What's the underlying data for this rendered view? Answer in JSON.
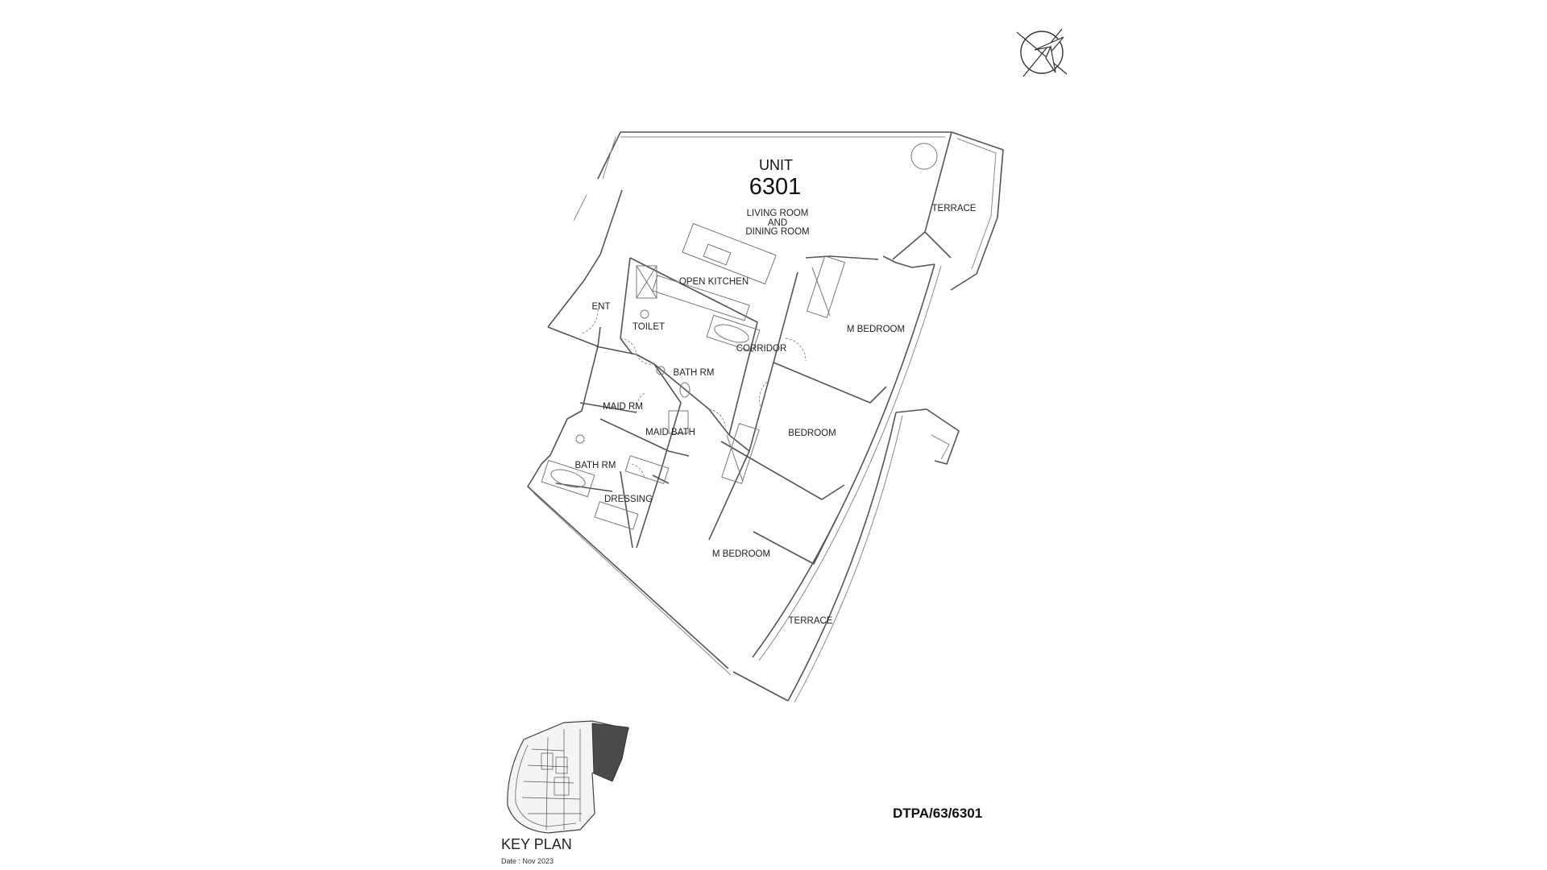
{
  "unit": {
    "label": "UNIT",
    "number": "6301"
  },
  "rooms": {
    "living_line1": "LIVING ROOM",
    "living_line2": "AND",
    "living_line3": "DINING ROOM",
    "terrace_top": "TERRACE",
    "open_kitchen": "OPEN KITCHEN",
    "ent": "ENT",
    "toilet": "TOILET",
    "corridor": "CORRIDOR",
    "m_bedroom_upper": "M BEDROOM",
    "bath_rm_upper": "BATH RM",
    "maid_rm": "MAID RM",
    "maid_bath": "MAID BATH",
    "bedroom": "BEDROOM",
    "bath_rm_lower": "BATH RM",
    "dressing": "DRESSING",
    "m_bedroom_lower": "M BEDROOM",
    "terrace_bottom": "TERRACE"
  },
  "reference_code": "DTPA/63/6301",
  "key_plan": {
    "title": "KEY PLAN",
    "date": "Date : Nov 2023"
  },
  "colors": {
    "wall": "#555555",
    "highlight": "#4a4a4a",
    "text": "#222222"
  },
  "icons": {
    "north_arrow": "compass-north-arrow-icon"
  }
}
